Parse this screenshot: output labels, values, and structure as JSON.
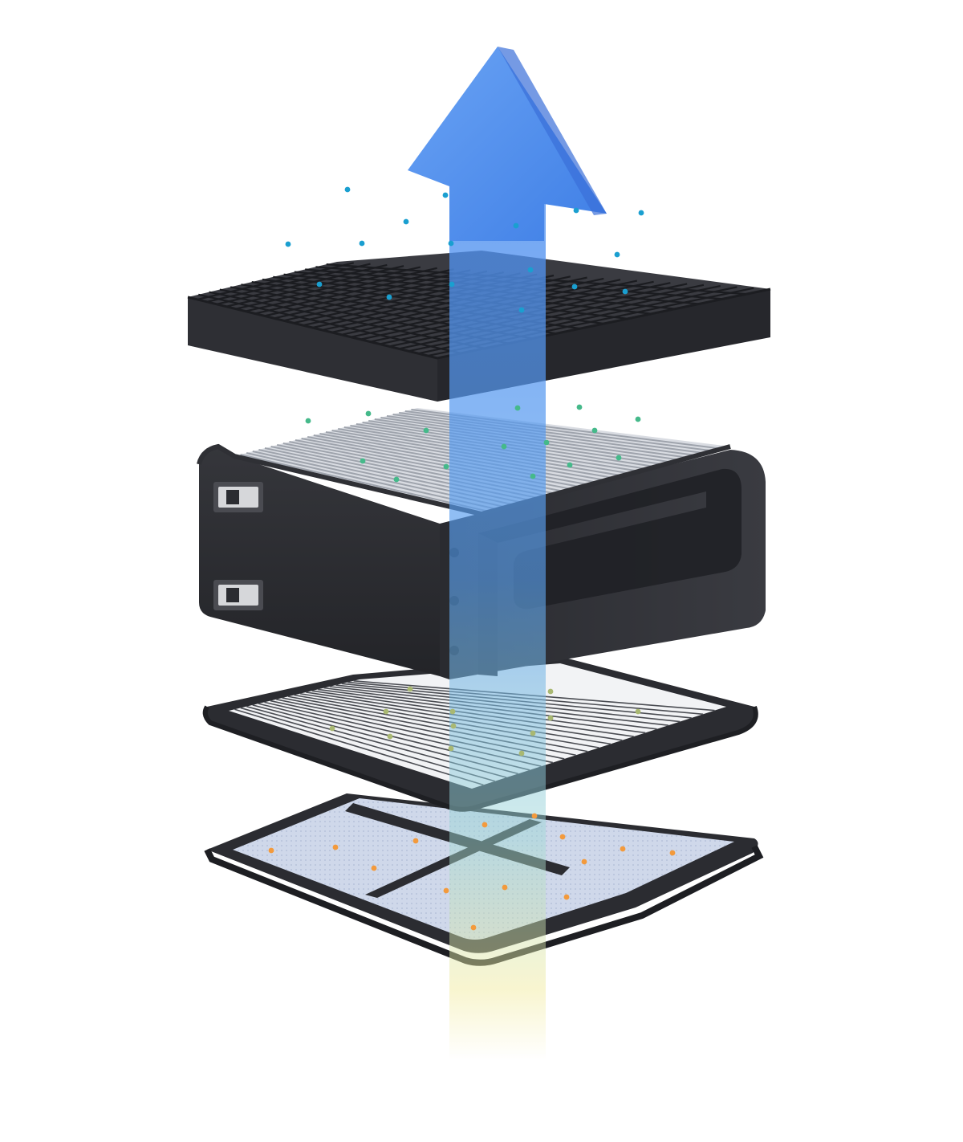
{
  "scene": {
    "subject": "exploded-filter-stack",
    "layers": [
      {
        "id": "activated-carbon-filter",
        "particle_color": "#1a9fd0"
      },
      {
        "id": "hepa-filter-cartridge",
        "particle_color": "#45b98a"
      },
      {
        "id": "wire-mesh-frame",
        "particle_color": "#a9b872"
      },
      {
        "id": "pre-filter-screen",
        "particle_color": "#f39a3c"
      }
    ],
    "airflow": {
      "direction": "up",
      "color_top": "#4f8ff0",
      "color_bottom": "#f1ea9a"
    },
    "colors": {
      "frame": "#2d2e33",
      "frame_edge": "#1d1e22",
      "pleat_light": "#e6e8ec",
      "pleat_dark": "#b8bcc4",
      "mesh": "#c8d2e6"
    }
  }
}
